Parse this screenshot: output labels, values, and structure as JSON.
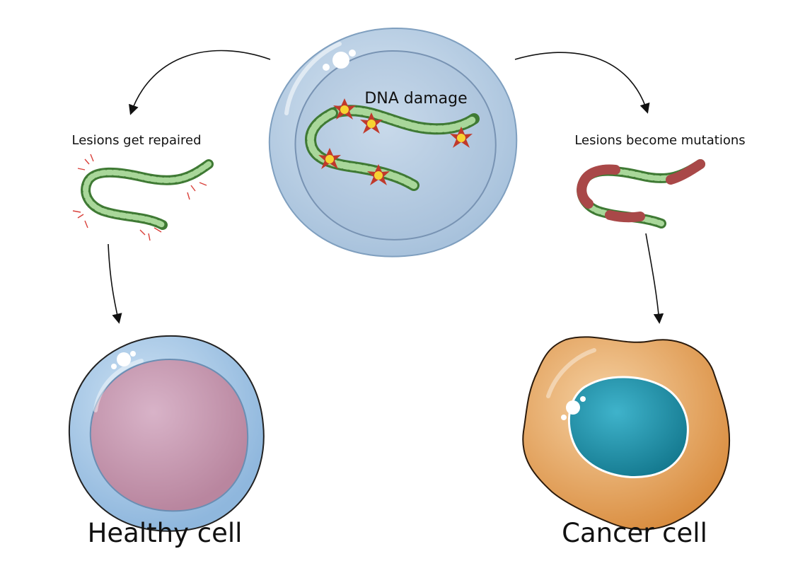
{
  "labels": {
    "dna_damage": "DNA damage",
    "repaired": "Lesions get repaired",
    "mutations": "Lesions become mutations",
    "healthy": "Healthy cell",
    "cancer": "Cancer cell"
  },
  "colors": {
    "dna_green": "#5a9a4a",
    "dna_light": "#a9d79a",
    "mutation_red": "#a94848",
    "lesion_red": "#d9403a",
    "damaged_cell": "#b9cfe3",
    "healthy_membrane": "#a9c8e4",
    "healthy_nucleus": "#c9a0b8",
    "cancer_cytoplasm": "#e6a55e",
    "cancer_nucleus": "#1f96b0"
  }
}
